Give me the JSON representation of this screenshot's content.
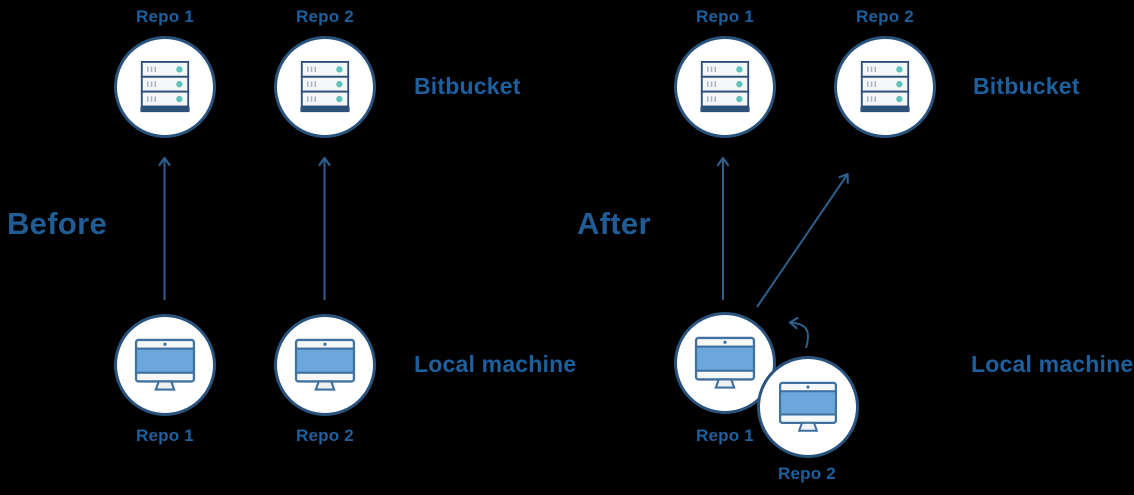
{
  "before": {
    "title": "Before",
    "bitbucket_label": "Bitbucket",
    "local_machine_label": "Local machine",
    "remote_repos": [
      {
        "label": "Repo 1"
      },
      {
        "label": "Repo 2"
      }
    ],
    "local_repos": [
      {
        "label": "Repo 1"
      },
      {
        "label": "Repo 2"
      }
    ]
  },
  "after": {
    "title": "After",
    "bitbucket_label": "Bitbucket",
    "local_machine_label": "Local machine",
    "remote_repos": [
      {
        "label": "Repo 1"
      },
      {
        "label": "Repo 2"
      }
    ],
    "local_repos": [
      {
        "label": "Repo 1"
      },
      {
        "label": "Repo 2"
      }
    ]
  },
  "icons": {
    "server": "server-rack-icon",
    "monitor": "desktop-computer-icon",
    "arrow_up": "arrow-up-icon",
    "arrow_diagonal": "arrow-up-right-icon",
    "arrow_curved": "curved-arrow-left-icon"
  },
  "colors": {
    "background": "#000000",
    "label_text": "#1e5f9e",
    "heading_text": "#215c94",
    "circle_border": "#29537d",
    "circle_fill": "#ffffff",
    "arrow": "#2d5e8c",
    "server_outline": "#2c5078",
    "server_body": "#f4f6f8",
    "server_dot_teal": "#5fc2bd",
    "monitor_outline": "#40719f",
    "monitor_screen_blue": "#6ba7da"
  }
}
